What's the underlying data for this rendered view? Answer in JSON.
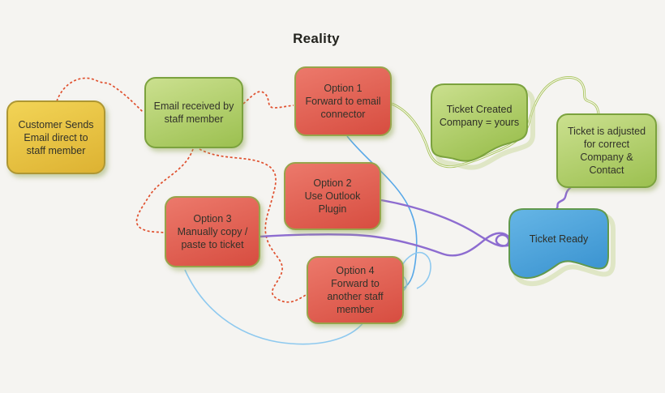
{
  "title": "Reality",
  "colors": {
    "background": "#f5f4f1",
    "dotted": "#e0502e",
    "blue": "#58a8e8",
    "blue_light": "#8ec9ef",
    "purple": "#8d6cd0",
    "green_line": "#a9c45e",
    "green_line_core": "#f7f8ef",
    "shadow": "#ccdba0",
    "yellow_fill_top": "#f2d456",
    "yellow_fill_bottom": "#ddb232",
    "yellow_border": "#ae9733",
    "green_fill_top": "#cbe08f",
    "green_fill_bottom": "#9cc050",
    "green_border": "#7ba23e",
    "red_fill_top": "#ec796b",
    "red_fill_bottom": "#d74d40",
    "red_border": "#97a44b",
    "blue_fill_top": "#66b6e6",
    "blue_fill_bottom": "#3e96d2",
    "blue_border": "#61994d"
  },
  "nodes": {
    "customer": {
      "text": "Customer Sends Email direct to staff member"
    },
    "email_received": {
      "text": "Email received by staff member"
    },
    "option1": {
      "title": "Option 1",
      "text": "Forward to email connector"
    },
    "ticket_created": {
      "line1": "Ticket Created",
      "line2": "Company = yours"
    },
    "ticket_adjusted": {
      "text": "Ticket is adjusted for correct Company & Contact"
    },
    "option2": {
      "title": "Option 2",
      "text": "Use Outlook Plugin"
    },
    "option3": {
      "title": "Option 3",
      "text": "Manually copy / paste to ticket"
    },
    "option4": {
      "title": "Option 4",
      "text": "Forward to another staff member"
    },
    "ticket_ready": {
      "text": "Ticket Ready"
    }
  },
  "connectors": [
    {
      "from": "customer",
      "to": "email_received",
      "style": "dotted-red"
    },
    {
      "from": "email_received",
      "to": "option1",
      "style": "dotted-red"
    },
    {
      "from": "email_received",
      "to": "option3",
      "style": "dotted-red"
    },
    {
      "from": "email_received",
      "to": "option4",
      "style": "dotted-red"
    },
    {
      "from": "option1",
      "to": "ticket_adjusted",
      "style": "green-line"
    },
    {
      "from": "ticket_created",
      "to": "ticket_adjusted",
      "style": "green-line"
    },
    {
      "from": "option1",
      "to": "option4",
      "style": "blue-line"
    },
    {
      "from": "option3",
      "to": "option4",
      "style": "blue-line"
    },
    {
      "from": "option2",
      "to": "ticket_ready",
      "style": "purple-line"
    },
    {
      "from": "option3",
      "to": "ticket_ready",
      "style": "purple-line"
    },
    {
      "from": "ticket_adjusted",
      "to": "ticket_ready",
      "style": "purple-line"
    }
  ]
}
